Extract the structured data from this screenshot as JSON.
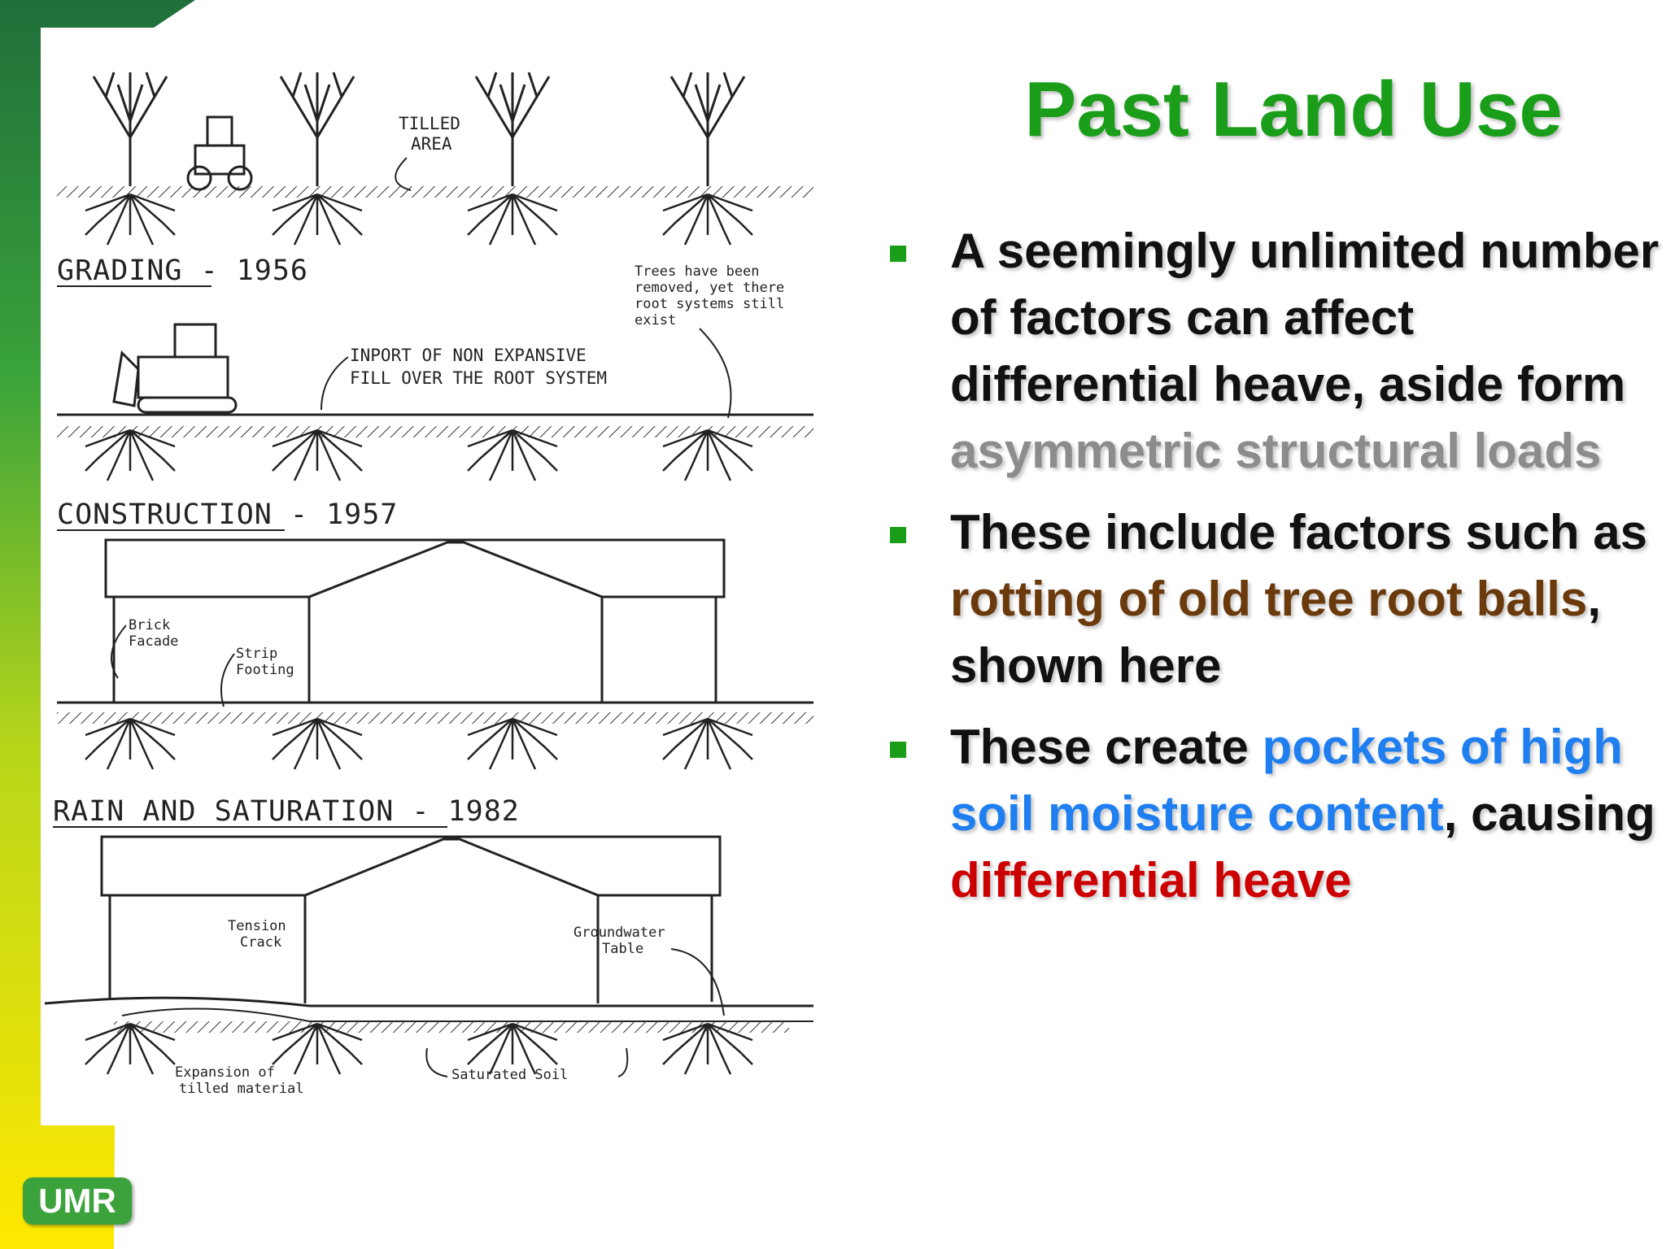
{
  "slide": {
    "title": "Past Land Use",
    "logo_text": "UMR",
    "bullets": [
      {
        "segments": [
          {
            "text": "A seemingly unlimited number of factors can affect differential heave, aside form ",
            "color": "default"
          },
          {
            "text": "asymmetric structural loads",
            "color": "gray"
          }
        ]
      },
      {
        "segments": [
          {
            "text": "These include factors such as ",
            "color": "default"
          },
          {
            "text": "rotting of old tree root balls",
            "color": "brown"
          },
          {
            "text": ", shown here",
            "color": "default"
          }
        ]
      },
      {
        "segments": [
          {
            "text": "These create ",
            "color": "default"
          },
          {
            "text": "pockets of high soil moisture content",
            "color": "blue"
          },
          {
            "text": ", causing ",
            "color": "default"
          },
          {
            "text": "differential heave",
            "color": "red"
          }
        ]
      }
    ]
  },
  "figure": {
    "panel1_label_line1": "TILLED",
    "panel1_label_line2": "AREA",
    "panel2_heading": "GRADING - 1956",
    "panel2_note_line1": "Trees have been",
    "panel2_note_line2": "removed, yet there",
    "panel2_note_line3": "root systems still",
    "panel2_note_line4": "exist",
    "panel2_label_line1": "INPORT OF NON EXPANSIVE",
    "panel2_label_line2": "FILL OVER THE ROOT SYSTEM",
    "panel3_heading": "CONSTRUCTION - 1957",
    "panel3_brick_line1": "Brick",
    "panel3_brick_line2": "Facade",
    "panel3_strip_line1": "Strip",
    "panel3_strip_line2": "Footing",
    "panel4_heading": "RAIN AND SATURATION - 1982",
    "panel4_tension_line1": "Tension",
    "panel4_tension_line2": "Crack",
    "panel4_ground_line1": "Groundwater",
    "panel4_ground_line2": "Table",
    "panel4_expansion_line1": "Expansion of",
    "panel4_expansion_line2": "tilled material",
    "panel4_saturated": "Saturated Soil"
  },
  "colors": {
    "title_green": "#1a9e1a",
    "gray": "#8c8c8c",
    "brown": "#6b3a0c",
    "blue": "#1f7ff0",
    "red": "#cc0000"
  }
}
